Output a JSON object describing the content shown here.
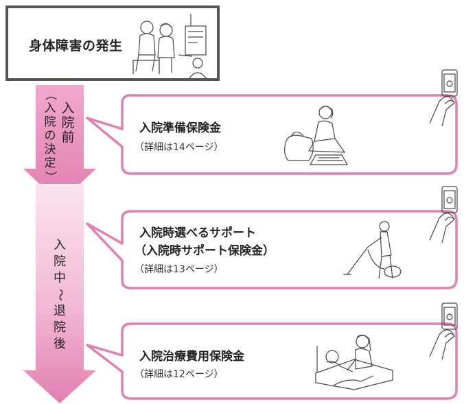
{
  "header": {
    "title": "身体障害の発生"
  },
  "stages": [
    {
      "main": [
        "入",
        "院",
        "前"
      ],
      "sub": [
        "（",
        "入",
        "院",
        "の",
        "決",
        "定",
        "）"
      ]
    },
    {
      "main": [
        "入",
        "院",
        "中",
        "～",
        "退",
        "院",
        "後"
      ]
    }
  ],
  "cards": [
    {
      "title_lines": [
        "入院準備保険金"
      ],
      "ref": "（詳細は14ページ）"
    },
    {
      "title_lines": [
        "入院時選べるサポート",
        "（入院時サポート保険金）"
      ],
      "ref": "（詳細は13ページ）"
    },
    {
      "title_lines": [
        "入院治療費用保険金"
      ],
      "ref": "（詳細は12ページ）"
    }
  ],
  "colors": {
    "accent_pink": "#e27fb0",
    "arrow_dark": "#e890b9",
    "arrow_light": "#f7d3e5",
    "box_border": "#555555"
  },
  "icons": [
    "people-meeting-illustration",
    "packing-bag-illustration",
    "vacuum-cleaner-illustration",
    "hospital-bed-illustration",
    "smartphone-hand-icon"
  ]
}
